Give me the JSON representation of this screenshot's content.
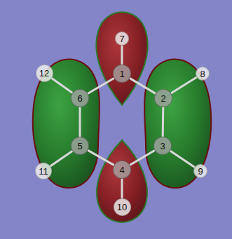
{
  "diagram": {
    "nodes": [
      {
        "text": [
          "7"
        ]
      },
      {
        "text": [
          "12"
        ]
      },
      {
        "text": [
          "1"
        ]
      },
      {
        "text": [
          "8"
        ]
      },
      {
        "text": [
          "6"
        ]
      },
      {
        "text": [
          "2"
        ]
      },
      {
        "text": [
          "5"
        ]
      },
      {
        "text": [
          "3"
        ]
      },
      {
        "text": [
          "11"
        ]
      },
      {
        "text": [
          "4"
        ]
      },
      {
        "text": [
          "9"
        ]
      },
      {
        "text": [
          "10"
        ]
      }
    ],
    "edges": [
      {
        "from": 2,
        "to": 5,
        "arrow": "none"
      },
      {
        "from": 5,
        "to": 7,
        "arrow": "none"
      },
      {
        "from": 7,
        "to": 9,
        "arrow": "none"
      },
      {
        "from": 9,
        "to": 6,
        "arrow": "none"
      },
      {
        "from": 6,
        "to": 4,
        "arrow": "none"
      },
      {
        "from": 4,
        "to": 2,
        "arrow": "none"
      },
      {
        "from": 2,
        "to": 0,
        "arrow": "none"
      },
      {
        "from": 5,
        "to": 3,
        "arrow": "none"
      },
      {
        "from": 7,
        "to": 10,
        "arrow": "none"
      },
      {
        "from": 9,
        "to": 11,
        "arrow": "none"
      },
      {
        "from": 6,
        "to": 8,
        "arrow": "none"
      },
      {
        "from": 4,
        "to": 1,
        "arrow": "none"
      }
    ]
  }
}
